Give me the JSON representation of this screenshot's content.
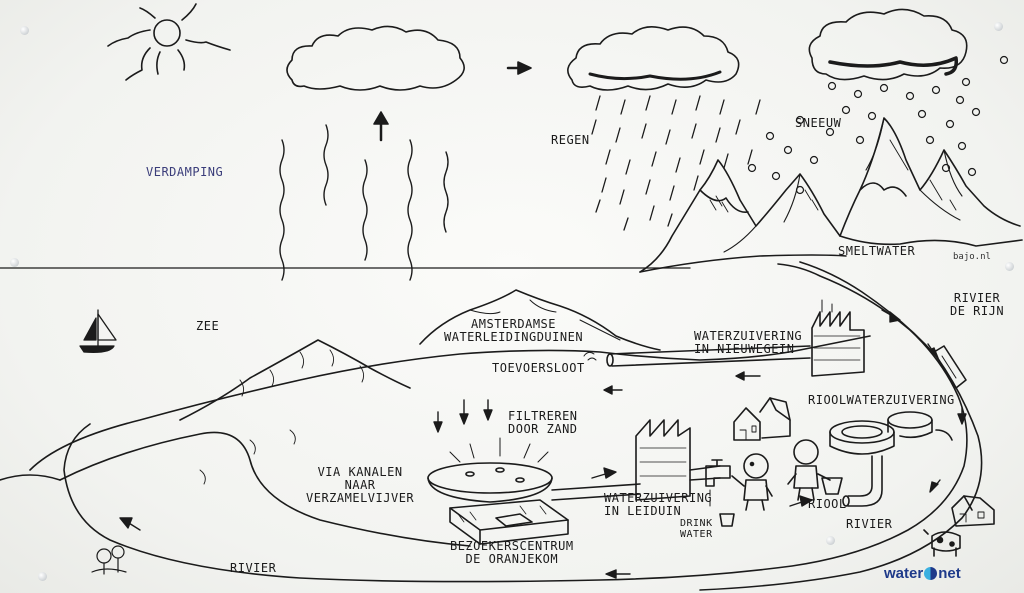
{
  "labels": {
    "verdamping": "VERDAMPING",
    "regen": "REGEN",
    "sneeuw": "SNEEUW",
    "smeltwater": "SMELTWATER",
    "rivier_rijn": "RIVIER\nDE RIJN",
    "zee": "ZEE",
    "duinen": "AMSTERDAMSE\nWATERLEIDINGDUINEN",
    "zuivering_nieuwegein": "WATERZUIVERING\nIN NIEUWEGEIN",
    "toevoersloot": "TOEVOERSLOOT",
    "filtreren": "FILTREREN\nDOOR ZAND",
    "rioolwaterzuivering": "RIOOLWATERZUIVERING",
    "kanalen": "VIA KANALEN\nNAAR\nVERZAMELVIJVER",
    "zuivering_leiduin": "WATERZUIVERING\nIN LEIDUIN",
    "drinkwater": "DRINK\nWATER",
    "riool": "RIOOL",
    "rivier_right": "RIVIER",
    "bezoekerscentrum": "BEZOEKERSCENTRUM\nDE ORANJEKOM",
    "rivier_bottom": "RIVIER"
  },
  "credit": "bajo.nl",
  "logo": {
    "left": "water",
    "right": "net"
  },
  "colors": {
    "ink": "#1b1b1b",
    "label_blue": "#3a3d7a",
    "logo_blue": "#1e3a8a",
    "logo_cyan": "#3bb0e0"
  }
}
